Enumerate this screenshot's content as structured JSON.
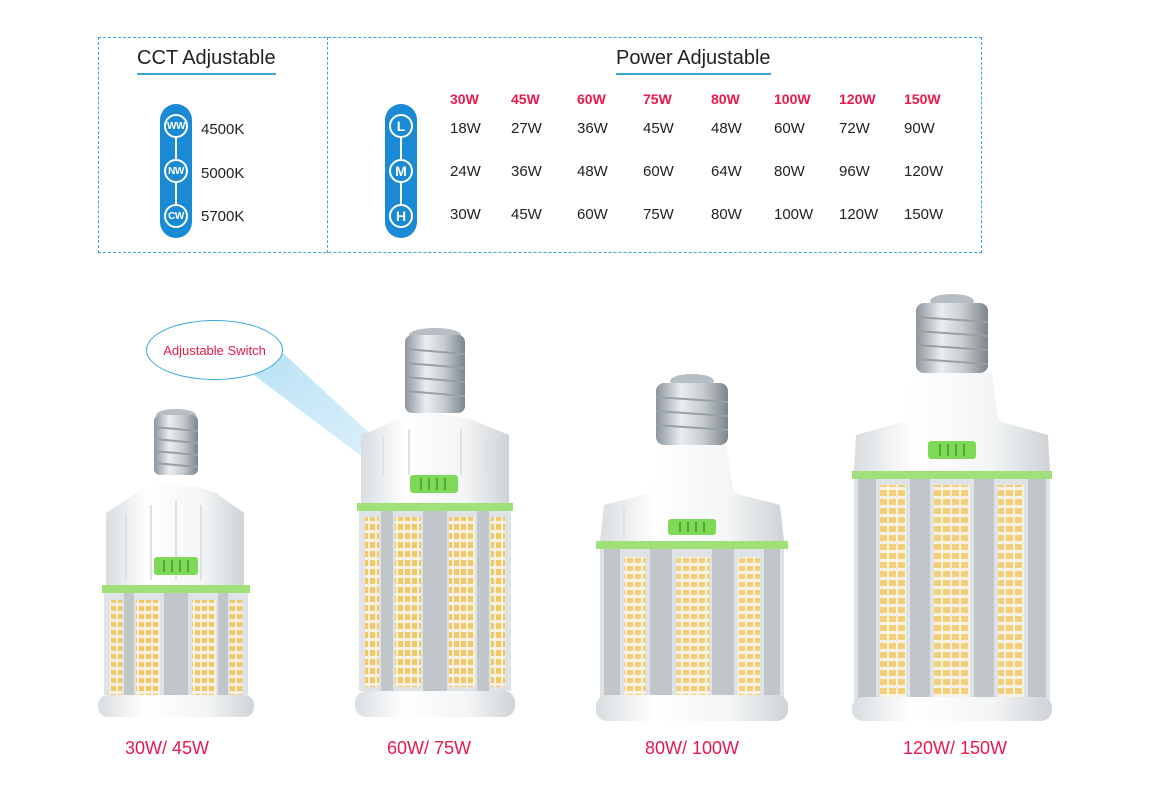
{
  "cct": {
    "title": "CCT Adjustable",
    "modes": [
      {
        "code": "WW",
        "value": "4500K"
      },
      {
        "code": "NW",
        "value": "5000K"
      },
      {
        "code": "CW",
        "value": "5700K"
      }
    ]
  },
  "power": {
    "title": "Power Adjustable",
    "levels": [
      "L",
      "M",
      "H"
    ],
    "headers": [
      "30W",
      "45W",
      "60W",
      "75W",
      "80W",
      "100W",
      "120W",
      "150W"
    ],
    "rows": [
      [
        "18W",
        "27W",
        "36W",
        "45W",
        "48W",
        "60W",
        "72W",
        "90W"
      ],
      [
        "24W",
        "36W",
        "48W",
        "60W",
        "64W",
        "80W",
        "96W",
        "120W"
      ],
      [
        "30W",
        "45W",
        "60W",
        "75W",
        "80W",
        "100W",
        "120W",
        "150W"
      ]
    ]
  },
  "callout": {
    "label": "Adjustable Switch"
  },
  "products": [
    {
      "caption": "30W/ 45W"
    },
    {
      "caption": "60W/ 75W"
    },
    {
      "caption": "80W/ 100W"
    },
    {
      "caption": "120W/ 150W"
    }
  ],
  "colors": {
    "accent_red": "#e8194d",
    "accent_blue": "#1a8ad4",
    "border_blue": "#3aa7d8",
    "switch_green": "#7ed957"
  }
}
